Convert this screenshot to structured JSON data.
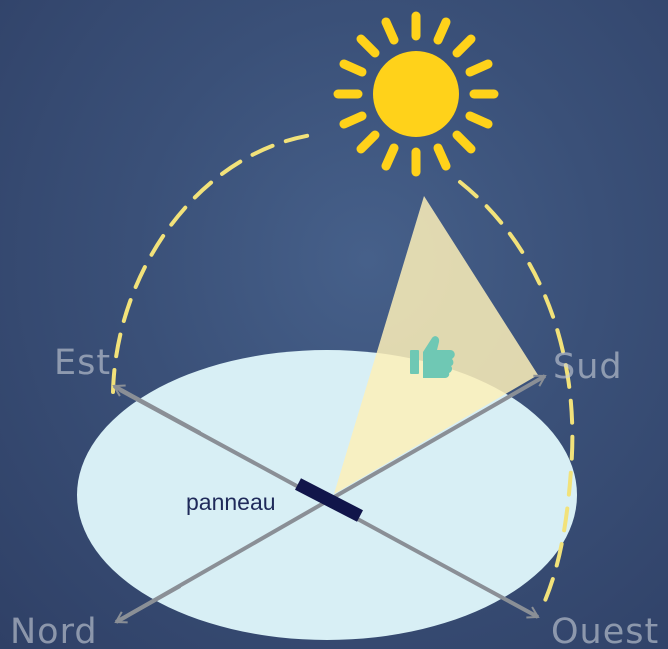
{
  "diagram": {
    "directions": {
      "east": "Est",
      "south": "Sud",
      "north": "Nord",
      "west": "Ouest"
    },
    "panel_label": "panneau",
    "icons": [
      "sun-icon",
      "thumbs-up-icon"
    ],
    "colors": {
      "background": "#34466a",
      "ground": "#d8eff5",
      "sun": "#ffd21a",
      "sun_path": "#f2e27a",
      "light_cone": "#fdf0b8",
      "thumbs_up": "#6fc8b4",
      "panel": "#11154a",
      "axes": "#8a8f96"
    }
  }
}
